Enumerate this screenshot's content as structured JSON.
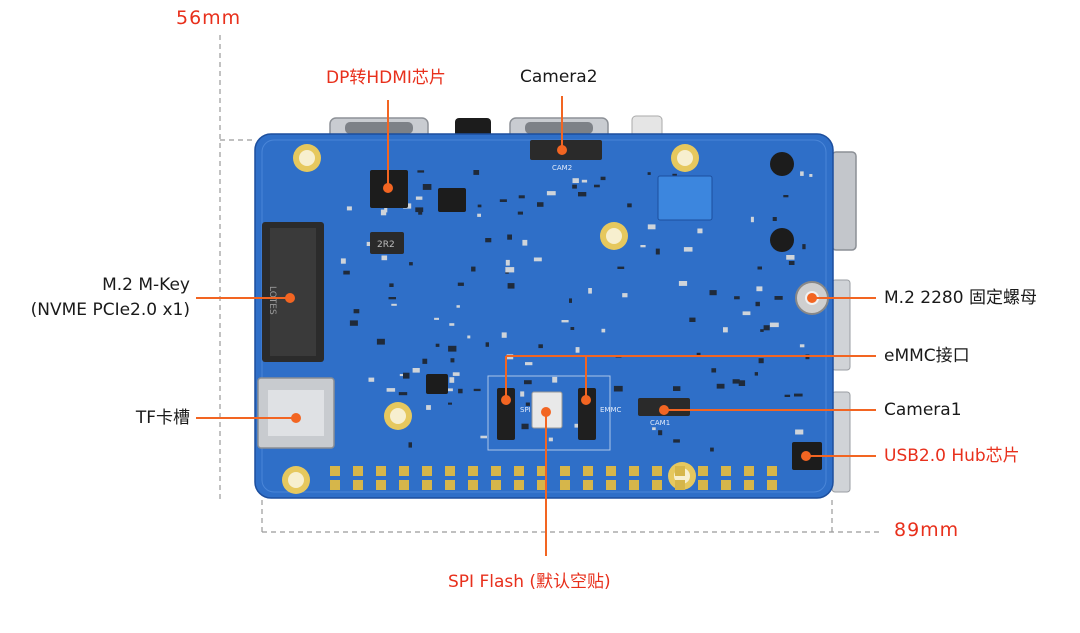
{
  "colors": {
    "pcb": "#2f6fc8",
    "pcb_dark": "#1d4f9e",
    "accent_red": "#e8301c",
    "leader_orange": "#f26522",
    "dim_line": "#9a9a9a",
    "text_dark": "#1a1a1a"
  },
  "dimensions": {
    "width_label": "56mm",
    "length_label": "89mm"
  },
  "callouts": {
    "dp_hdmi": "DP转HDMI芯片",
    "camera2": "Camera2",
    "m2_mkey_line1": "M.2 M-Key",
    "m2_mkey_line2": "(NVME PCIe2.0 x1)",
    "tf_slot": "TF卡槽",
    "m2_nut": "M.2 2280 固定螺母",
    "emmc": "eMMC接口",
    "camera1": "Camera1",
    "usb_hub": "USB2.0 Hub芯片",
    "spi_flash": "SPI Flash (默认空贴)"
  },
  "silkscreen": {
    "cam2": "CAM2",
    "cam1": "CAM1",
    "chip_2r2": "2R2",
    "spi": "SPI",
    "emmc": "EMMC",
    "m2_brand": "LOTES"
  }
}
